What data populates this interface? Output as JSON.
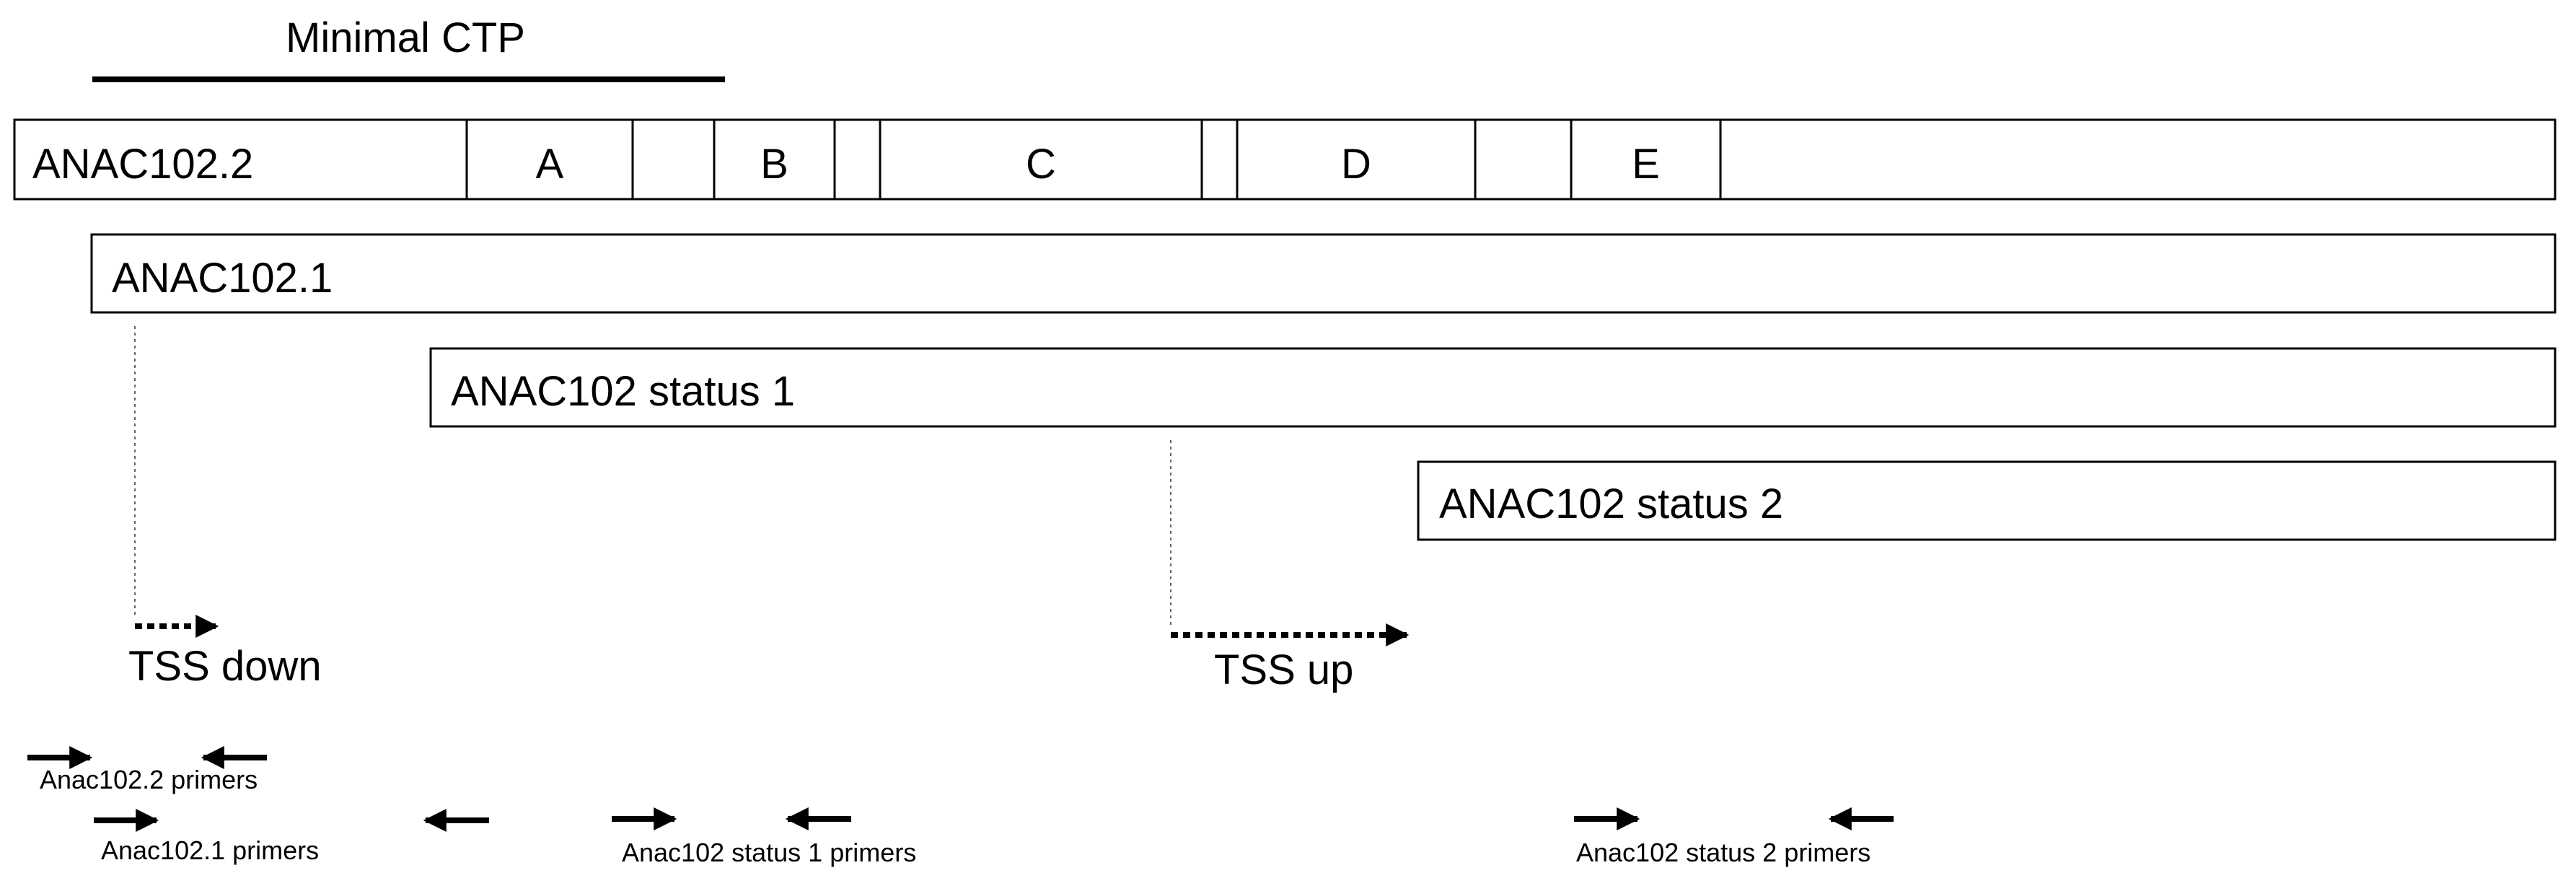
{
  "minimal_ctp": {
    "label": "Minimal CTP"
  },
  "gene_model": {
    "label": "ANAC102.2",
    "segments": [
      "A",
      "",
      "B",
      "",
      "C",
      "",
      "D",
      "",
      "E",
      ""
    ]
  },
  "transcripts": [
    {
      "label": "ANAC102.1"
    },
    {
      "label": "ANAC102 status 1"
    },
    {
      "label": "ANAC102 status 2"
    }
  ],
  "tss": {
    "down": {
      "label": "TSS down"
    },
    "up": {
      "label": "TSS up"
    }
  },
  "primers": [
    {
      "label": "Anac102.2 primers"
    },
    {
      "label": "Anac102.1 primers"
    },
    {
      "label": "Anac102 status 1 primers"
    },
    {
      "label": "Anac102 status 2 primers"
    }
  ]
}
